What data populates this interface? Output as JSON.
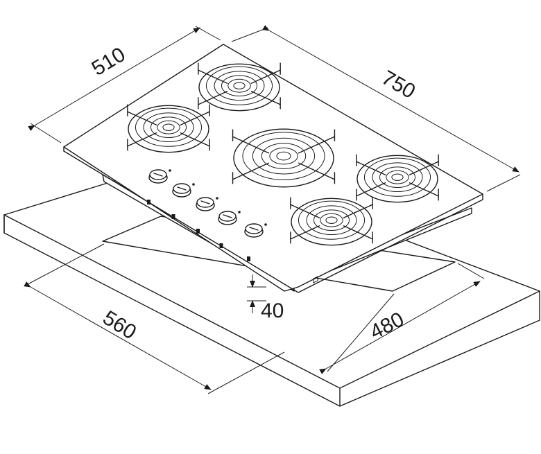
{
  "dimensions": {
    "hob_depth": "510",
    "hob_width": "750",
    "cutout_width": "560",
    "cutout_depth": "480",
    "hob_height": "40"
  },
  "burner_count": 5,
  "knob_count": 5,
  "colors": {
    "ink": "#1a1a1a",
    "background": "#ffffff"
  }
}
